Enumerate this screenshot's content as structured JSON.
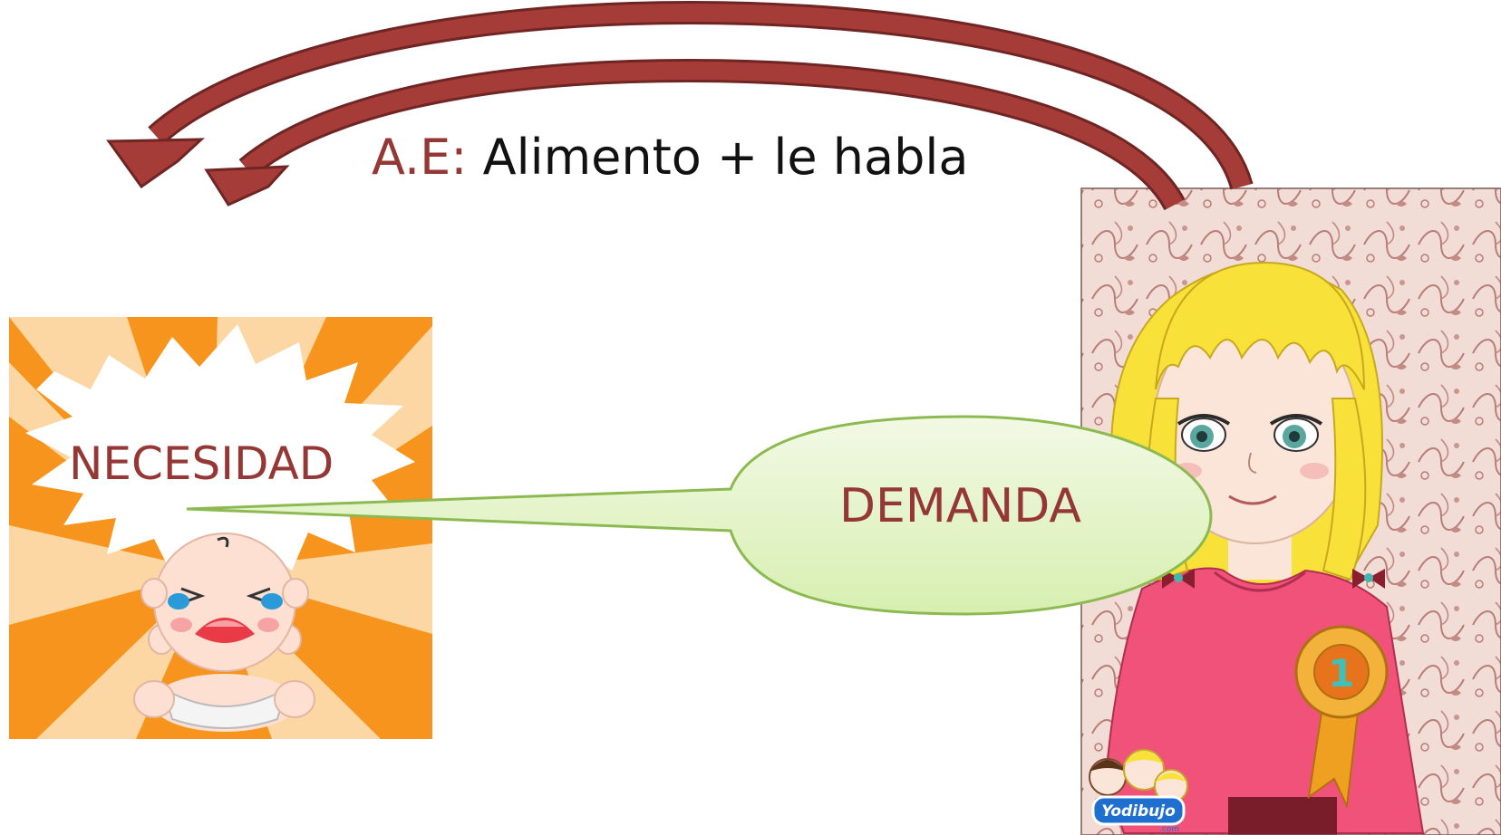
{
  "diagram": {
    "caption_prefix": "A.E:",
    "caption_text": " Alimento + le habla",
    "necesidad_label": "NECESIDAD",
    "demanda_label": "DEMANDA",
    "badge_number": "1",
    "logo_text": "Yodibujo",
    "logo_sub": ".com"
  },
  "colors": {
    "arrow": "#9b3a36",
    "label_text": "#953735",
    "bubble_fill": "#e6f5c9",
    "bubble_stroke": "#8cba51",
    "orange_bg": "#f7941d",
    "pattern_bg": "#f0dcd6",
    "hair": "#f8e23a",
    "shirt": "#f0527a"
  }
}
